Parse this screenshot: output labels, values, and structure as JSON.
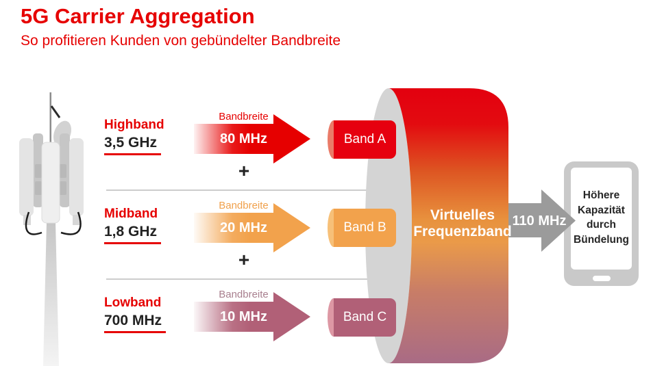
{
  "header": {
    "title": "5G Carrier Aggregation",
    "subtitle": "So profitieren Kunden von gebündelter Bandbreite",
    "brand_color": "#e60000"
  },
  "bands": [
    {
      "name": "Highband",
      "frequency": "3,5 GHz",
      "bandwidth_label": "Bandbreite",
      "bandwidth": "80 MHz",
      "band_label": "Band A",
      "color": "#e60000",
      "cap_color": "#ea7b68"
    },
    {
      "name": "Midband",
      "frequency": "1,8 GHz",
      "bandwidth_label": "Bandbreite",
      "bandwidth": "20 MHz",
      "band_label": "Band B",
      "color": "#f2a24c",
      "cap_color": "#f7c078"
    },
    {
      "name": "Lowband",
      "frequency": "700 MHz",
      "bandwidth_label": "Bandbreite",
      "bandwidth": "10 MHz",
      "band_label": "Band C",
      "color": "#b16077",
      "cap_color": "#dd98a4"
    }
  ],
  "plus_sign": "+",
  "virtual_band": {
    "line1": "Virtuelles",
    "line2": "Frequenzband",
    "gradient_top": "#e3000f",
    "gradient_middle": "#e8923e",
    "gradient_bottom": "#a96b85",
    "end_cap_color": "#d4d4d4"
  },
  "result": {
    "total_bandwidth": "110 MHz",
    "arrow_color": "#9b9b9b",
    "benefit_text": "Höhere Kapazität durch Bündelung"
  }
}
